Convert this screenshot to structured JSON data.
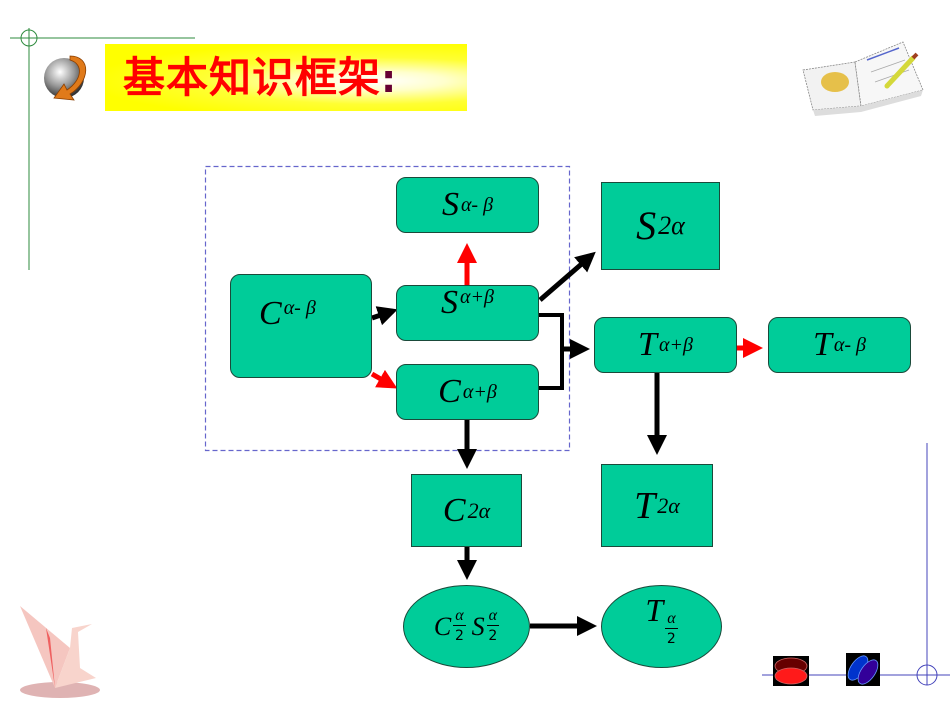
{
  "title": {
    "text": "基本知识框架",
    "colon": ":"
  },
  "colors": {
    "node_fill": "#00cc99",
    "arrow_black": "#000000",
    "arrow_red": "#ff0000",
    "dashed_frame": "#6666cc",
    "title_text": "#ff0000",
    "title_bg": "#ffff00"
  },
  "nodes": {
    "c_minus": {
      "main": "C",
      "sub": "α- β"
    },
    "s_minus": {
      "main": "S",
      "sub": "α- β"
    },
    "s_plus": {
      "main": "S",
      "sub": "α+β"
    },
    "c_plus": {
      "main": "C",
      "sub": "α+β"
    },
    "s_2a": {
      "main": "S",
      "sub": "2α"
    },
    "t_plus": {
      "main": "T",
      "sub": "α+β"
    },
    "t_minus": {
      "main": "T",
      "sub": "α- β"
    },
    "c_2a": {
      "main": "C",
      "sub": "2α"
    },
    "t_2a": {
      "main": "T",
      "sub": "2α"
    },
    "half_cs": {
      "main1": "C",
      "main2": "S",
      "num": "α",
      "den": "2"
    },
    "half_t": {
      "main": "T",
      "num": "α",
      "den": "2"
    }
  },
  "edges": [
    {
      "from": "c_minus",
      "to": "s_plus",
      "color": "black"
    },
    {
      "from": "c_minus",
      "to": "c_plus",
      "color": "red"
    },
    {
      "from": "s_plus",
      "to": "s_minus",
      "color": "red"
    },
    {
      "from": "s_plus",
      "to": "s_2a",
      "color": "black"
    },
    {
      "from": "s_plus+c_plus",
      "to": "t_plus",
      "color": "black"
    },
    {
      "from": "t_plus",
      "to": "t_minus",
      "color": "red"
    },
    {
      "from": "t_plus",
      "to": "t_2a",
      "color": "black"
    },
    {
      "from": "c_plus",
      "to": "c_2a",
      "color": "black"
    },
    {
      "from": "c_2a",
      "to": "half_cs",
      "color": "black"
    },
    {
      "from": "half_cs",
      "to": "half_t",
      "color": "black"
    }
  ]
}
